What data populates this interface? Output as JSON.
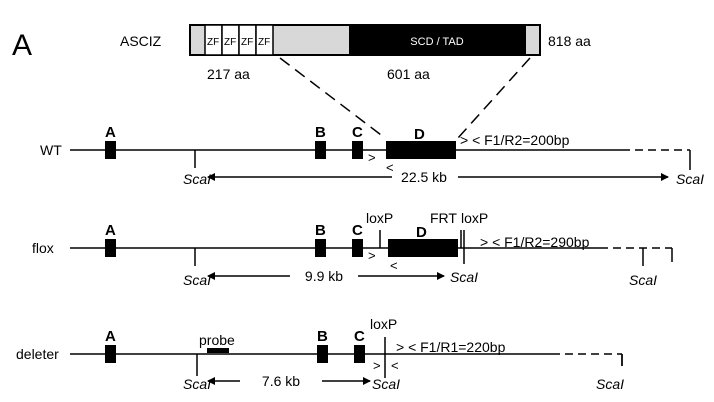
{
  "panel": "A",
  "protein": {
    "name": "ASCIZ",
    "zf_labels": [
      "ZF",
      "ZF",
      "ZF",
      "ZF"
    ],
    "scd_tad": "SCD / TAD",
    "length": "818 aa",
    "segment_left": "217 aa",
    "segment_right": "601 aa"
  },
  "colors": {
    "ink": "#000000",
    "protein_gray": "#d8d8d8",
    "domain_black": "#000000"
  },
  "wt": {
    "label": "WT",
    "exons": [
      "A",
      "B",
      "C",
      "D"
    ],
    "primer_note": "> < F1/R2=200bp",
    "scai_left": "ScaI",
    "scai_right": "ScaI",
    "distance": "22.5 kb"
  },
  "flox": {
    "label": "flox",
    "exons": [
      "A",
      "B",
      "C",
      "D"
    ],
    "loxp_left": "loxP",
    "frt": "FRT",
    "loxp_right": "loxP",
    "primer_note": "> < F1/R2=290bp",
    "scai_left": "ScaI",
    "scai_mid": "ScaI",
    "scai_right": "ScaI",
    "distance": "9.9 kb"
  },
  "deleter": {
    "label": "deleter",
    "exons": [
      "A",
      "B",
      "C"
    ],
    "probe": "probe",
    "loxp": "loxP",
    "primer_note": "> < F1/R1=220bp",
    "scai_left": "ScaI",
    "scai_mid": "ScaI",
    "scai_right": "ScaI",
    "distance": "7.6 kb"
  }
}
